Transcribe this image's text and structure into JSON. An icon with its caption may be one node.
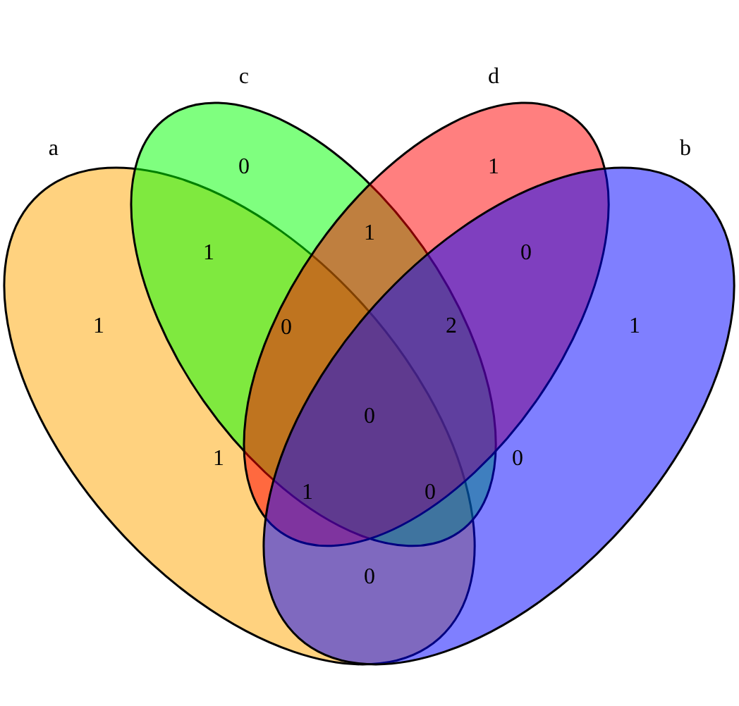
{
  "diagram": {
    "nodes": [
      {
        "text": [
          "a"
        ]
      },
      {
        "text": [
          "c"
        ]
      },
      {
        "text": [
          "d"
        ]
      },
      {
        "text": [
          "b"
        ]
      }
    ],
    "labels": [
      "0",
      "1",
      "1",
      "1",
      "0",
      "1",
      "0",
      "2",
      "1",
      "0",
      "1",
      "0",
      "1",
      "0",
      "0"
    ]
  }
}
